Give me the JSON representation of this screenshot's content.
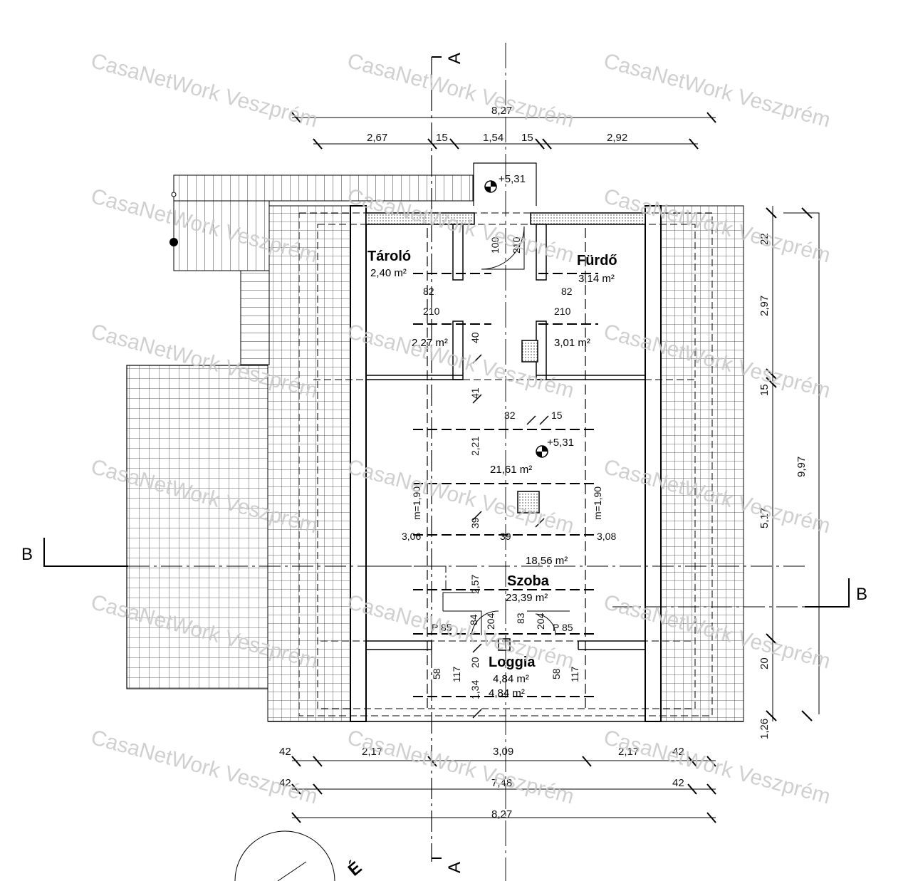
{
  "watermark": "CasaNetWork Veszprém",
  "section_marks": {
    "a_top": "A",
    "a_bottom": "A",
    "b_left": "B",
    "b_right": "B"
  },
  "north_mark": "É",
  "dims_top": {
    "overall": "8,27",
    "segments": [
      "2,67",
      "15",
      "1,54",
      "15",
      "2,92"
    ]
  },
  "dims_right": {
    "overall": "9,97",
    "segments": [
      "22",
      "2,97",
      "15",
      "5,17",
      "20",
      "1,26"
    ]
  },
  "dims_bottom": {
    "row1": [
      "42",
      "2,17",
      "3,09",
      "2,17",
      "42"
    ],
    "row2": [
      "42",
      "7,48",
      "42"
    ],
    "row3": "8,27"
  },
  "levels": {
    "stair_top": "+5,31",
    "room": "+5,31"
  },
  "rooms": {
    "tarolo": {
      "name": "Tároló",
      "area_main": "2,40 m²",
      "area_sub": "2,27 m²"
    },
    "furdo": {
      "name": "Fürdő",
      "area_main": "3,14 m²",
      "area_sub": "3,01 m²"
    },
    "szoba": {
      "name": "Szoba",
      "area_main": "23,39 m²",
      "area_a": "21,61 m²",
      "area_b": "18,56 m²"
    },
    "loggia": {
      "name": "Loggia",
      "area_main": "4,84 m²",
      "area_sub": "4,84 m²"
    }
  },
  "interior_labels": {
    "door_left_w": "82",
    "door_left_h": "210",
    "door_right_w": "82",
    "door_right_h": "210",
    "door_mid_w": "100",
    "door_mid_h": "210",
    "d40": "40",
    "d41": "41",
    "d32": "32",
    "d15": "15",
    "d221": "2,21",
    "d39a": "39",
    "d39b": "39",
    "d306": "3,06",
    "d308": "3,08",
    "m190_left": "m=1,90",
    "m190_right": "m=1,90",
    "d257": "2,57",
    "p85_left": "P 85",
    "p85_right": "P 85",
    "d84": "84",
    "d204a": "204",
    "d83": "83",
    "d204b": "204",
    "d58a": "58",
    "d117a": "117",
    "d20": "20",
    "d58b": "58",
    "d117b": "117",
    "d134": "1,34"
  }
}
